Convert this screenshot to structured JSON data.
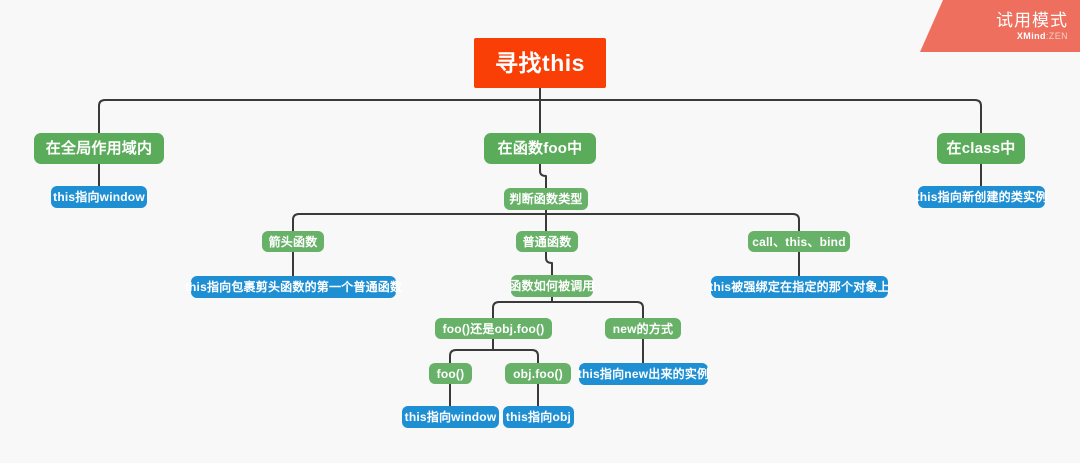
{
  "app": {
    "background_color": "#f8f8f8",
    "connector_color": "#3a3a3a"
  },
  "trial_badge": {
    "title": "试用模式",
    "brand_bold": "XMind",
    "brand_rest": ":ZEN",
    "color": "#ee6f5d"
  },
  "mindmap": {
    "root": {
      "label": "寻找this",
      "color": "#f93e06"
    },
    "branches": [
      {
        "label": "在全局作用域内",
        "color": "#5aac5a",
        "children": [
          {
            "label": "this指向window",
            "color": "#1f8fd4"
          }
        ]
      },
      {
        "label": "在函数foo中",
        "color": "#5aac5a",
        "children": [
          {
            "label": "判断函数类型",
            "color": "#67b168",
            "children": [
              {
                "label": "箭头函数",
                "color": "#67b168",
                "children": [
                  {
                    "label": "this指向包裹剪头函数的第一个普通函数",
                    "color": "#1f8fd4"
                  }
                ]
              },
              {
                "label": "普通函数",
                "color": "#67b168",
                "children": [
                  {
                    "label": "函数如何被调用",
                    "color": "#67b168",
                    "children": [
                      {
                        "label": "foo()还是obj.foo()",
                        "color": "#67b168",
                        "children": [
                          {
                            "label": "foo()",
                            "color": "#67b168",
                            "children": [
                              {
                                "label": "this指向window",
                                "color": "#1f8fd4"
                              }
                            ]
                          },
                          {
                            "label": "obj.foo()",
                            "color": "#67b168",
                            "children": [
                              {
                                "label": "this指向obj",
                                "color": "#1f8fd4"
                              }
                            ]
                          }
                        ]
                      },
                      {
                        "label": "new的方式",
                        "color": "#67b168",
                        "children": [
                          {
                            "label": "this指向new出来的实例",
                            "color": "#1f8fd4"
                          }
                        ]
                      }
                    ]
                  }
                ]
              },
              {
                "label": "call、this、bind",
                "color": "#67b168",
                "children": [
                  {
                    "label": "this被强绑定在指定的那个对象上",
                    "color": "#1f8fd4"
                  }
                ]
              }
            ]
          }
        ]
      },
      {
        "label": "在class中",
        "color": "#5aac5a",
        "children": [
          {
            "label": "this指向新创建的类实例",
            "color": "#1f8fd4"
          }
        ]
      }
    ]
  },
  "nodes": {
    "root": "寻找this",
    "global_scope": "在全局作用域内",
    "global_scope_leaf": "this指向window",
    "in_foo": "在函数foo中",
    "judge_type": "判断函数类型",
    "arrow_fn": "箭头函数",
    "arrow_fn_leaf": "this指向包裹剪头函数的第一个普通函数",
    "normal_fn": "普通函数",
    "how_called": "函数如何被调用",
    "foo_or_objfoo": "foo()还是obj.foo()",
    "foo_call": "foo()",
    "foo_call_leaf": "this指向window",
    "objfoo_call": "obj.foo()",
    "objfoo_call_leaf": "this指向obj",
    "new_way": "new的方式",
    "new_way_leaf": "this指向new出来的实例",
    "call_this_bind": "call、this、bind",
    "call_this_bind_leaf": "this被强绑定在指定的那个对象上",
    "in_class": "在class中",
    "in_class_leaf": "this指向新创建的类实例"
  }
}
